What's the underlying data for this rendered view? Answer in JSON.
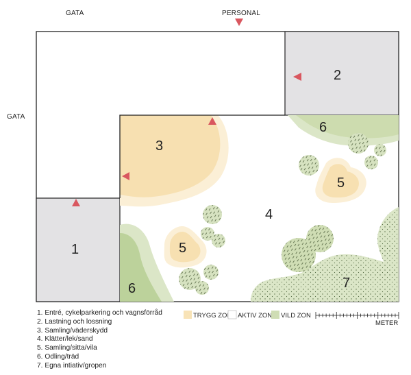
{
  "labels": {
    "gata_top": "GATA",
    "gata_left": "GATA",
    "personal": "PERSONAL",
    "meter": "METER"
  },
  "zones": {
    "z1": "1",
    "z2": "2",
    "z3": "3",
    "z4": "4",
    "z5a": "5",
    "z5b": "5",
    "z6a": "6",
    "z6b": "6",
    "z7": "7"
  },
  "zone_legend": {
    "trygg": "TRYGG ZON",
    "aktiv": "AKTIV ZON",
    "vild": "VILD ZON"
  },
  "legend_items": [
    "1. Entré, cykelparkering och vagnsförråd",
    "2. Lastning och lossning",
    "3. Samling/väderskydd",
    "4. Klätter/lek/sand",
    "5. Samling/sitta/vila",
    "6. Odling/träd",
    "7. Egna intiativ/gropen"
  ],
  "colors": {
    "trygg": "#f8e3b7",
    "aktiv": "#ffffff",
    "vild": "#cfddb4",
    "building": "#e3e2e4",
    "arrow": "#d9575f",
    "tree": "#d6e2c0"
  }
}
